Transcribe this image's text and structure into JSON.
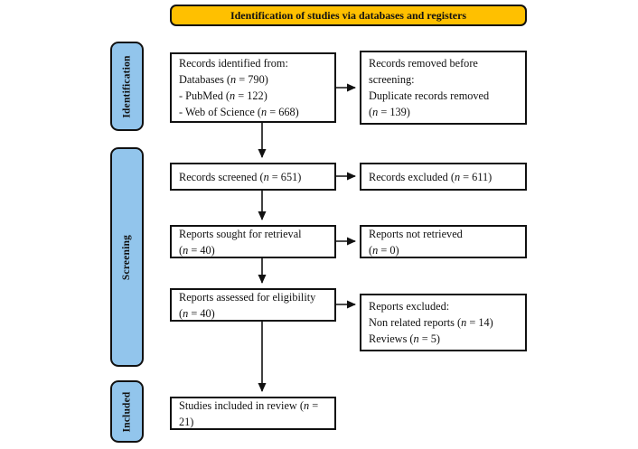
{
  "colors": {
    "banner_bg": "#FFC000",
    "stage_bg": "#92C5EC",
    "line": "#111111"
  },
  "banner": {
    "label": "Identification of studies via databases and registers"
  },
  "stages": {
    "identification": {
      "label": "Identification"
    },
    "screening": {
      "label": "Screening"
    },
    "included": {
      "label": "Included"
    }
  },
  "boxes": {
    "identified": {
      "lines": [
        "Records identified from:",
        "Databases (n = 790)",
        "- PubMed (n = 122)",
        "- Web of Science (n = 668)"
      ]
    },
    "removed": {
      "lines": [
        "Records removed before screening:",
        "Duplicate records removed",
        "(n = 139)"
      ]
    },
    "screened": {
      "lines": [
        "Records screened (n = 651)"
      ]
    },
    "excluded": {
      "lines": [
        "Records excluded (n = 611)"
      ]
    },
    "sought": {
      "lines": [
        "Reports sought for retrieval",
        "(n = 40)"
      ]
    },
    "not_retrieved": {
      "lines": [
        "Reports not retrieved",
        "(n = 0)"
      ]
    },
    "assessed": {
      "lines": [
        "Reports assessed for eligibility",
        "(n = 40)"
      ]
    },
    "reports_excluded": {
      "lines": [
        "Reports excluded:",
        "Non related reports (n = 14)",
        "Reviews (n = 5)"
      ]
    },
    "included_studies": {
      "lines": [
        "Studies included in review (n = 21)"
      ]
    }
  }
}
